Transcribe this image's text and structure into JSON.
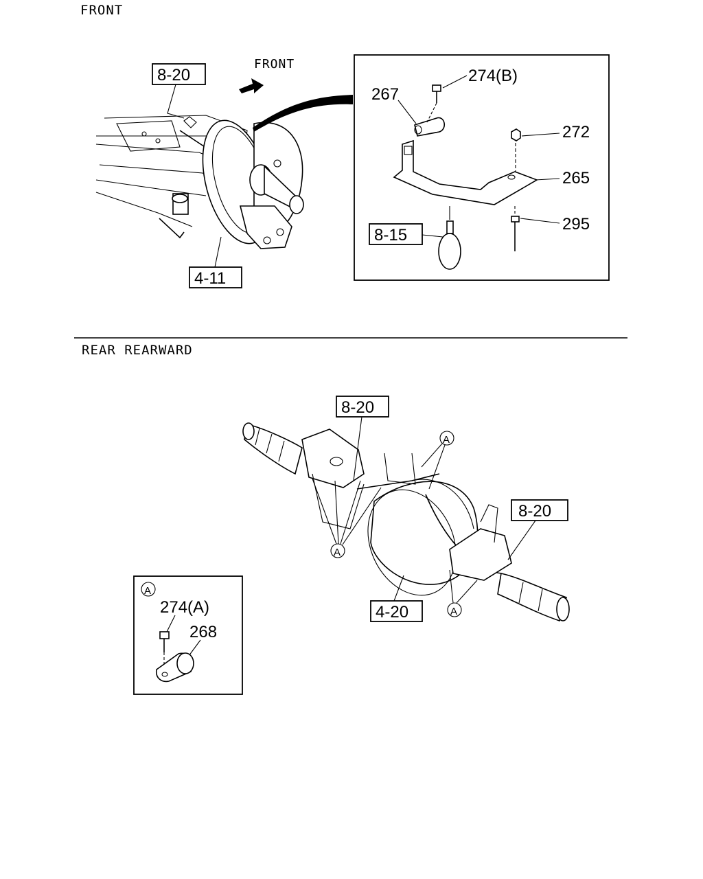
{
  "sections": {
    "front_title": "FRONT",
    "rear_title": "REAR REARWARD"
  },
  "front": {
    "direction_label": "FRONT",
    "ref_boxes": [
      "8-20",
      "4-11"
    ],
    "detail": {
      "ref_box": "8-15",
      "parts": [
        "274(B)",
        "267",
        "272",
        "265",
        "295"
      ]
    }
  },
  "rear": {
    "ref_boxes": [
      "8-20",
      "8-20",
      "4-20"
    ],
    "callout_marker": "A",
    "inset": {
      "marker": "A",
      "parts": [
        "274(A)",
        "268"
      ]
    }
  }
}
